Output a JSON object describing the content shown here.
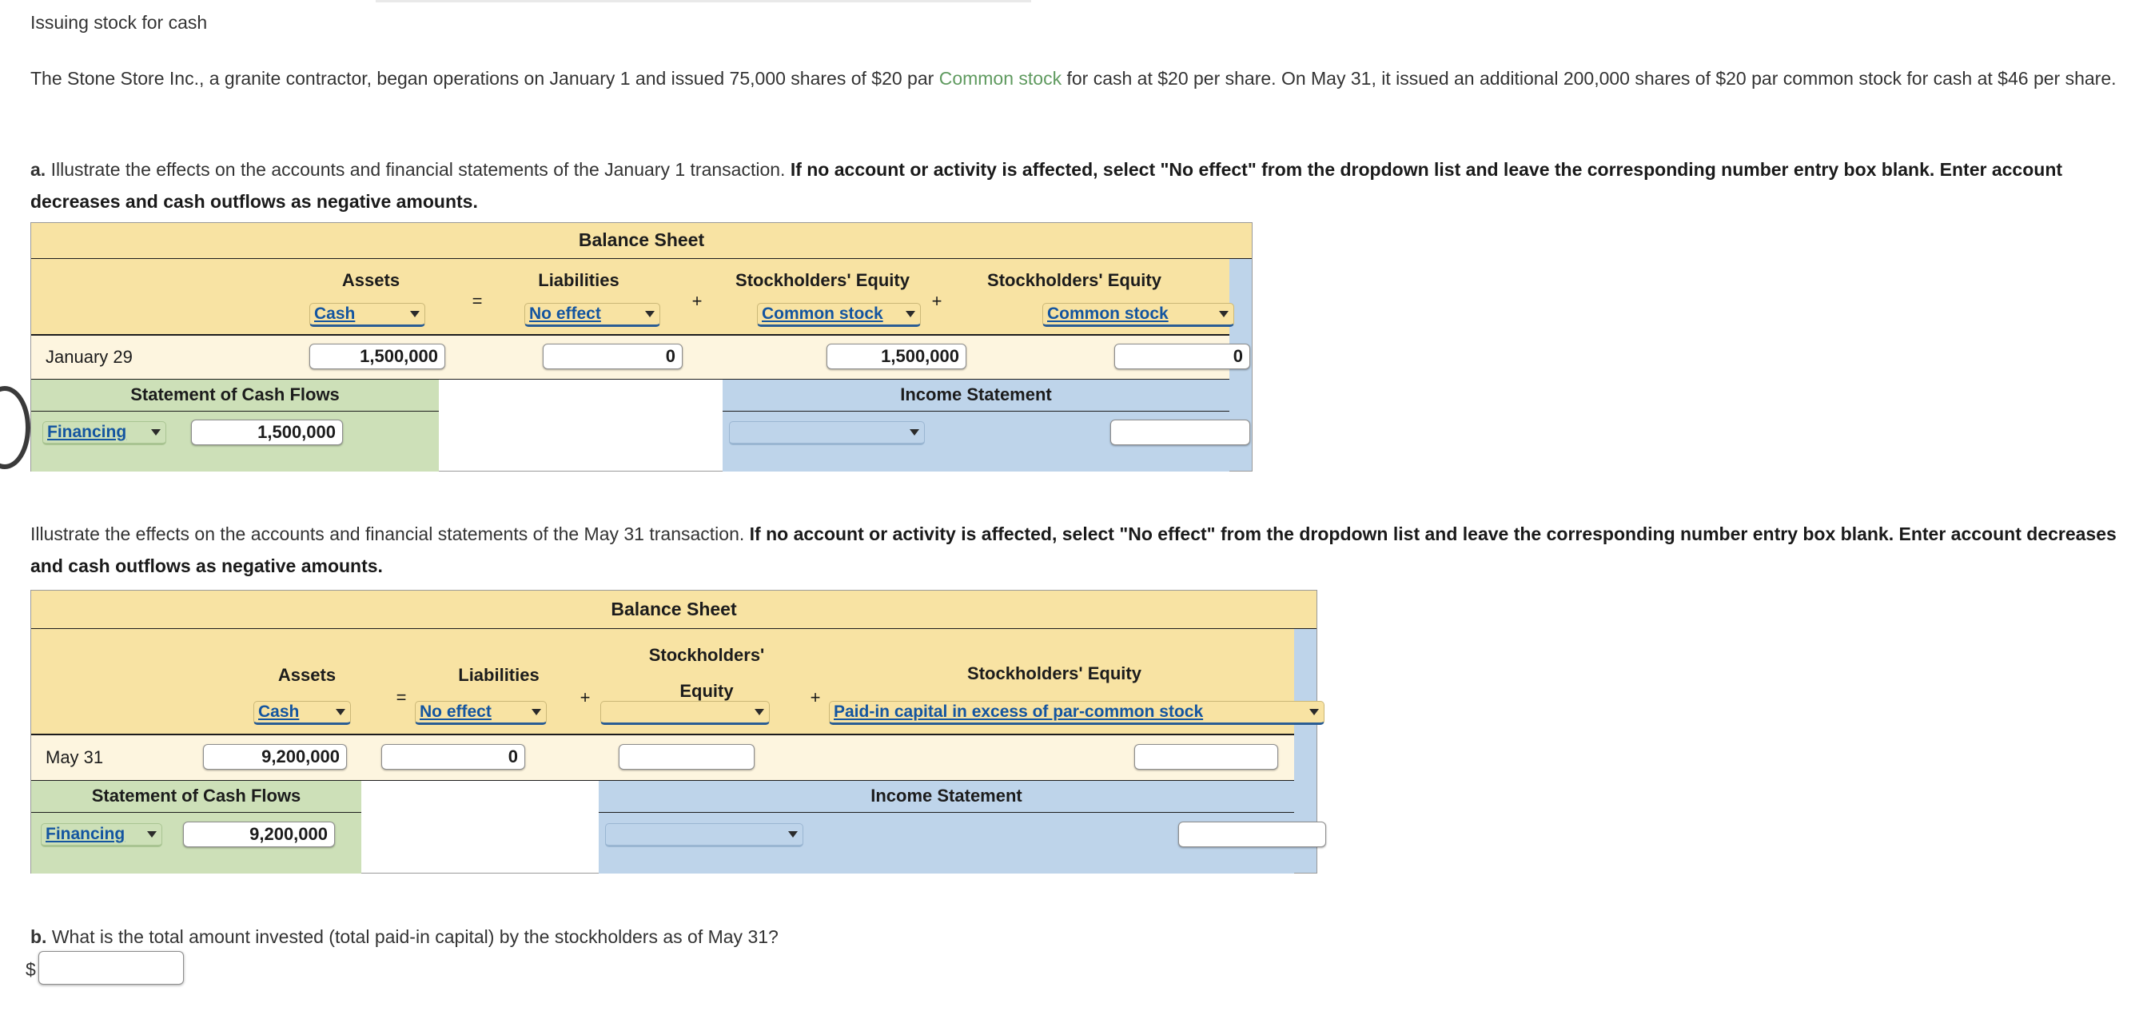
{
  "page": {
    "title": "Issuing stock for cash",
    "intro": {
      "part1": "The Stone Store Inc., a granite contractor, began operations on January 1 and issued 75,000 shares of $20 par ",
      "link": "Common stock",
      "part2": " for cash at $20 per share. On May 31, it issued an additional 200,000 shares of $20 par common stock for cash at $46 per share.",
      "link_color": "#5f9a5f"
    },
    "question_a": {
      "label": "a.",
      "normal": "Illustrate the effects on the accounts and financial statements of the January 1 transaction.",
      "bold": "If no account or activity is affected, select \"No effect\" from the dropdown list and leave the corresponding number entry box blank. Enter account decreases and cash outflows as negative amounts."
    },
    "question_a2": {
      "normal": "Illustrate the effects on the accounts and financial statements of the May 31 transaction.",
      "bold": "If no account or activity is affected, select \"No effect\" from the dropdown list and leave the corresponding number entry box blank. Enter account decreases and cash outflows as negative amounts."
    },
    "question_b": {
      "label": "b.",
      "text": "What is the total amount invested (total paid-in capital) by the stockholders as of May 31?",
      "dollar_sign": "$",
      "answer_value": ""
    }
  },
  "colors": {
    "header_yellow": "#f8e3a3",
    "row_cream": "#fdf5df",
    "cash_flow_green": "#cde0b8",
    "income_blue": "#bed4ea",
    "select_text_blue": "#1455a0",
    "link_green": "#5f9a5f"
  },
  "table1": {
    "caption": "Balance Sheet",
    "row_label": "January 29",
    "operators": {
      "equals": "=",
      "plus1": "+",
      "plus2": "+"
    },
    "columns": [
      {
        "header": "Assets",
        "select_value": "Cash",
        "amount": "1,500,000"
      },
      {
        "header": "Liabilities",
        "select_value": "No effect",
        "amount": "0"
      },
      {
        "header": "Stockholders' Equity",
        "select_value": "Common stock",
        "amount": "1,500,000"
      },
      {
        "header": "Stockholders' Equity",
        "select_value": "Common stock",
        "amount": "0"
      }
    ],
    "cash_flow": {
      "title": "Statement of Cash Flows",
      "select_value": "Financing",
      "amount": "1,500,000"
    },
    "income_statement": {
      "title": "Income Statement",
      "select_value": "",
      "amount": ""
    }
  },
  "table2": {
    "caption": "Balance Sheet",
    "row_label": "May 31",
    "operators": {
      "equals": "=",
      "plus1": "+",
      "plus2": "+"
    },
    "columns": [
      {
        "header": "Assets",
        "header_line2": "",
        "select_value": "Cash",
        "amount": "9,200,000"
      },
      {
        "header": "Liabilities",
        "header_line2": "",
        "select_value": "No effect",
        "amount": "0"
      },
      {
        "header": "Stockholders'",
        "header_line2": "Equity",
        "select_value": "",
        "amount": ""
      },
      {
        "header": "Stockholders' Equity",
        "header_line2": "",
        "select_value": "Paid-in capital in excess of par-common stock",
        "amount": ""
      }
    ],
    "cash_flow": {
      "title": "Statement of Cash Flows",
      "select_value": "Financing",
      "amount": "9,200,000"
    },
    "income_statement": {
      "title": "Income Statement",
      "select_value": "",
      "amount": ""
    }
  }
}
